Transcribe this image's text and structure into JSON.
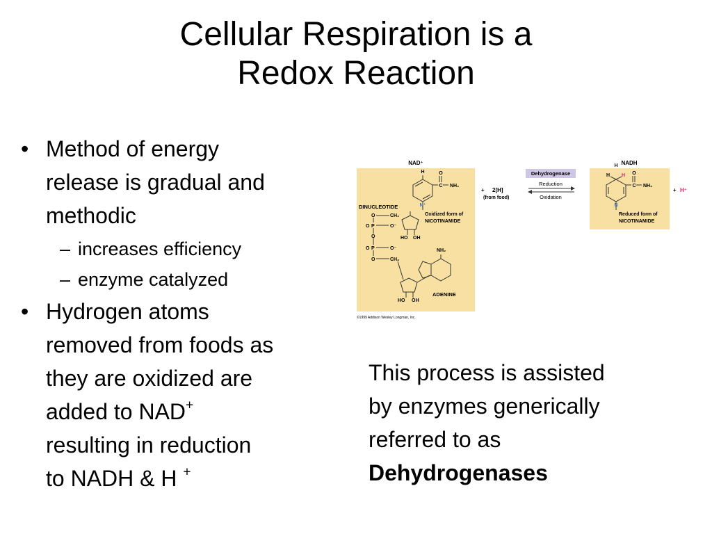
{
  "slide": {
    "title_line1": "Cellular Respiration is a",
    "title_line2": "Redox Reaction"
  },
  "bullets": {
    "marker": "•",
    "sub_marker": "–",
    "b1": {
      "line1": "Method of energy",
      "line2": "release is gradual and",
      "line3": "methodic",
      "sub1": "increases efficiency",
      "sub2": "enzyme catalyzed"
    },
    "b2": {
      "line1": "Hydrogen atoms",
      "line2": "removed from foods as",
      "line3": "they are oxidized are",
      "line4": "added to NAD",
      "line4_sup": "+",
      "line5": "resulting in reduction",
      "line6": "to NADH & H ",
      "line6_sup": "+"
    }
  },
  "figure": {
    "nad_label": "NAD⁺",
    "nadh_label": "NADH",
    "dinucleotide": "DINUCLEOTIDE",
    "oxidized_line1": "Oxidized form of",
    "oxidized_line2": "NICOTINAMIDE",
    "reduced_line1": "Reduced form of",
    "reduced_line2": "NICOTINAMIDE",
    "adenine": "ADENINE",
    "plus": "+",
    "two_h": "2[H]",
    "from_food": "(from food)",
    "h_plus": "H⁺",
    "enzyme": "Dehydrogenase",
    "reduction": "Reduction",
    "oxidation": "Oxidation",
    "h": "H",
    "o": "O",
    "c": "C",
    "n_plus": "N⁺",
    "n": "N",
    "nh2": "NH₂",
    "ch2": "CH₂",
    "p": "P",
    "o_minus": "O⁻",
    "ho": "HO",
    "oh": "OH",
    "copyright": "©1999 Addison Wesley Longman, Inc.",
    "colors": {
      "panel": "#f7e0a1",
      "enzyme_box": "#cfc6e6",
      "hydrogen_highlight": "#d6246b",
      "nitrogen": "#3a6fb5"
    }
  },
  "side_note": {
    "line1": "This process is assisted",
    "line2": "by enzymes generically",
    "line3": "referred to as",
    "emphasis": "Dehydrogenases"
  }
}
